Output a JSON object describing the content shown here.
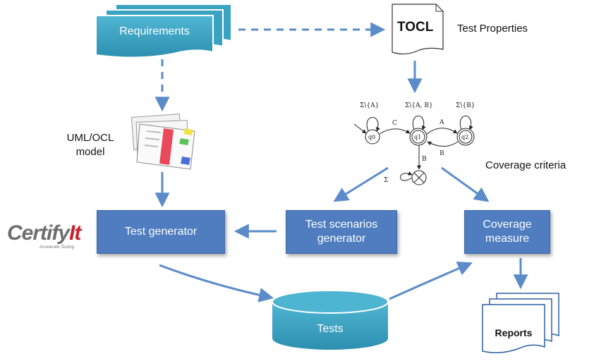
{
  "nodes": {
    "requirements": "Requirements",
    "tocl": "TOCL",
    "test_properties": "Test Properties",
    "uml_ocl_model_line1": "UML/OCL",
    "uml_ocl_model_line2": "model",
    "coverage_criteria": "Coverage criteria",
    "test_generator": "Test generator",
    "test_scenarios_line1": "Test scenarios",
    "test_scenarios_line2": "generator",
    "coverage_measure_line1": "Coverage",
    "coverage_measure_line2": "measure",
    "tests": "Tests",
    "reports": "Reports"
  },
  "logo": {
    "text": "CertifyIt",
    "tagline": "Accelerate Testing"
  },
  "automaton": {
    "states": [
      "q0",
      "q1",
      "q2"
    ],
    "loop_labels": [
      "Σ\\{A}",
      "Σ\\{A, B}",
      "Σ\\{B}"
    ],
    "edge_labels": [
      "C",
      "A",
      "B",
      "B",
      "Σ"
    ]
  },
  "colors": {
    "box_blue": "#4f7dbf",
    "teal": "#3ba3c2",
    "arrow": "#5b8cc9"
  }
}
